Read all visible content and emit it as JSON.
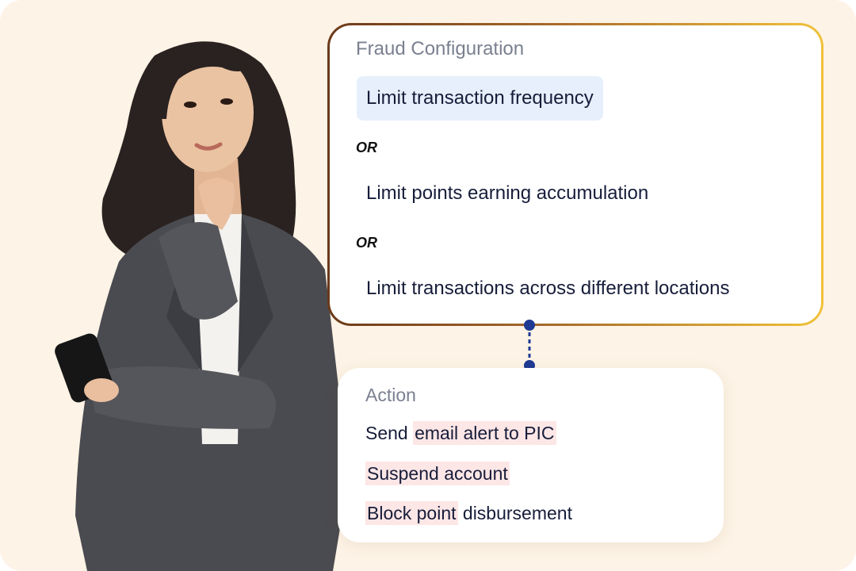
{
  "fraud_config": {
    "title": "Fraud Configuration",
    "rules": [
      "Limit transaction frequency",
      "Limit points earning accumulation",
      "Limit transactions across different locations"
    ],
    "or_label": "OR",
    "selected_rule_index": 0
  },
  "action": {
    "title": "Action",
    "items": [
      {
        "pre": "Send ",
        "highlight": "email alert to PIC",
        "post": ""
      },
      {
        "pre": "",
        "highlight": "Suspend account",
        "post": ""
      },
      {
        "pre": "",
        "highlight": "Block point",
        "post": " disbursement"
      }
    ]
  },
  "colors": {
    "background": "#fdf3e6",
    "selected_rule": "#e6effb",
    "highlight": "#fde6e6",
    "connector": "#1f3a93",
    "text": "#161d3a",
    "muted": "#7a8090"
  }
}
